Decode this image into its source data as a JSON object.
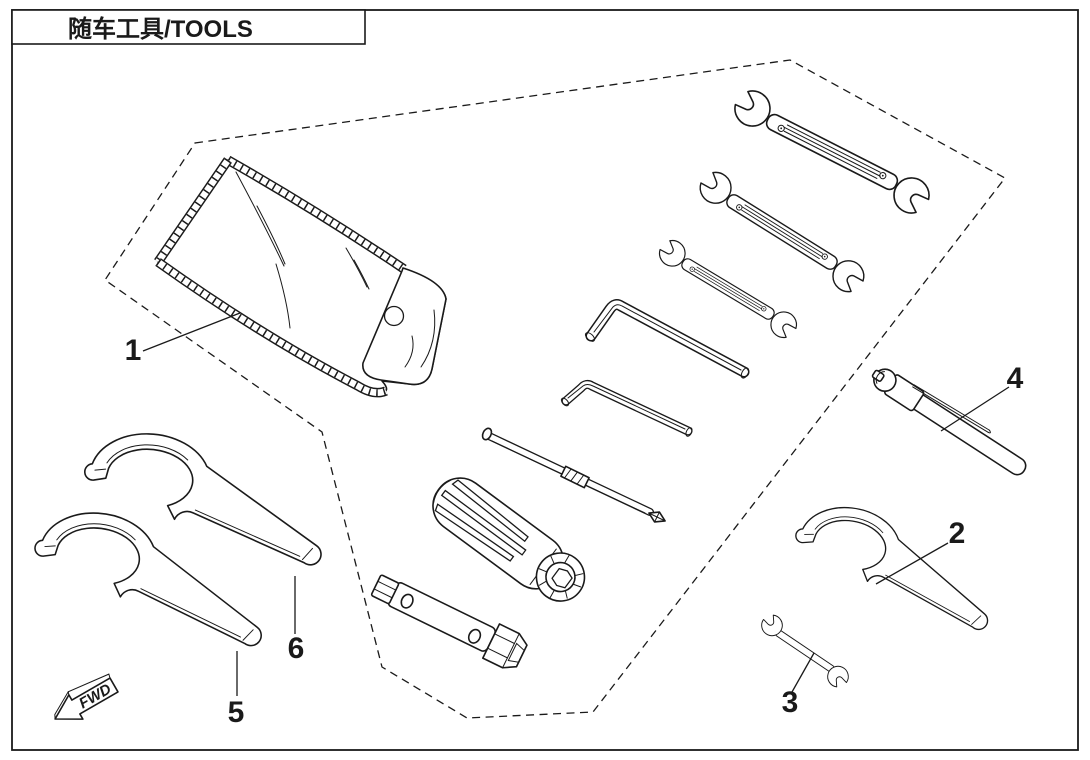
{
  "window": {
    "title": "随车工具/TOOLS"
  },
  "diagram": {
    "fwd_label": "FWD",
    "colors": {
      "line": "#1a1a1a",
      "background": "#ffffff"
    },
    "part_labels": [
      "1",
      "2",
      "3",
      "4",
      "5",
      "6"
    ]
  }
}
